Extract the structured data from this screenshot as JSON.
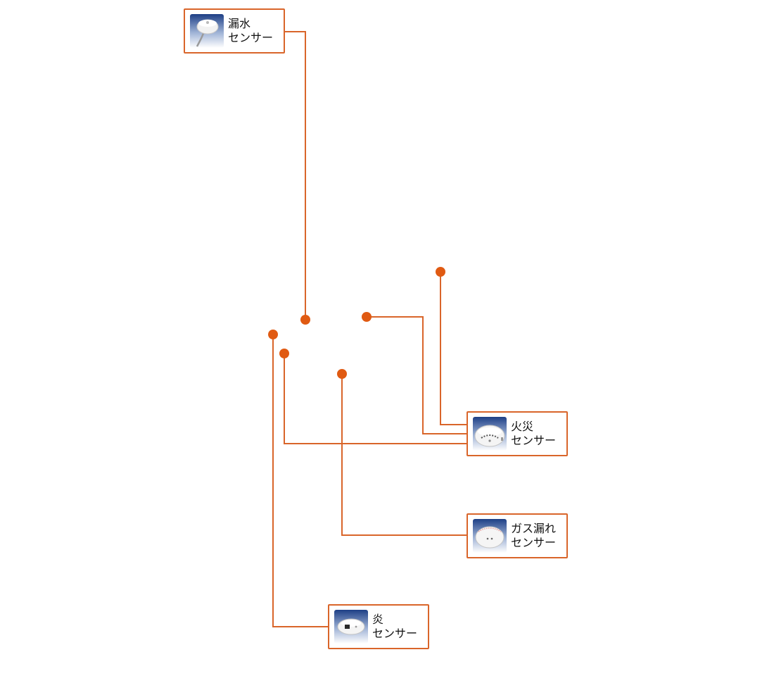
{
  "colors": {
    "accent": "#d9652a",
    "dot": "#e05a12",
    "text": "#111111"
  },
  "sensors": {
    "water": {
      "line1": "漏水",
      "line2": "センサー",
      "icon": "water-leak-sensor-icon"
    },
    "fire": {
      "line1": "火災",
      "line2": "センサー",
      "icon": "fire-sensor-icon"
    },
    "gas": {
      "line1": "ガス漏れ",
      "line2": "センサー",
      "icon": "gas-leak-sensor-icon"
    },
    "flame": {
      "line1": "炎",
      "line2": "センサー",
      "icon": "flame-sensor-icon"
    }
  }
}
